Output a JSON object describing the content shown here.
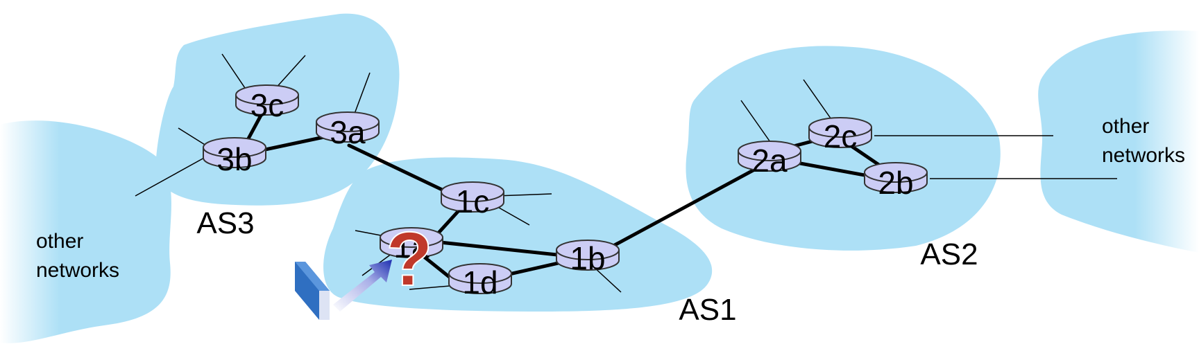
{
  "routers": {
    "r3c": "3c",
    "r3b": "3b",
    "r3a": "3a",
    "r1c": "1c",
    "r1a": "1a",
    "r1d": "1d",
    "r1b": "1b",
    "r2a": "2a",
    "r2c": "2c",
    "r2b": "2b"
  },
  "as_labels": {
    "as1": "AS1",
    "as2": "AS2",
    "as3": "AS3"
  },
  "networks": {
    "left_line1": "other",
    "left_line2": "networks",
    "right_line1": "other",
    "right_line2": "networks"
  },
  "question_mark": "?",
  "colors": {
    "cloud": "#ade0f6",
    "router_fill": "#cccdf5",
    "router_stroke": "#333333",
    "question": "#c0392b",
    "host_blue": "#2f6fc1"
  }
}
